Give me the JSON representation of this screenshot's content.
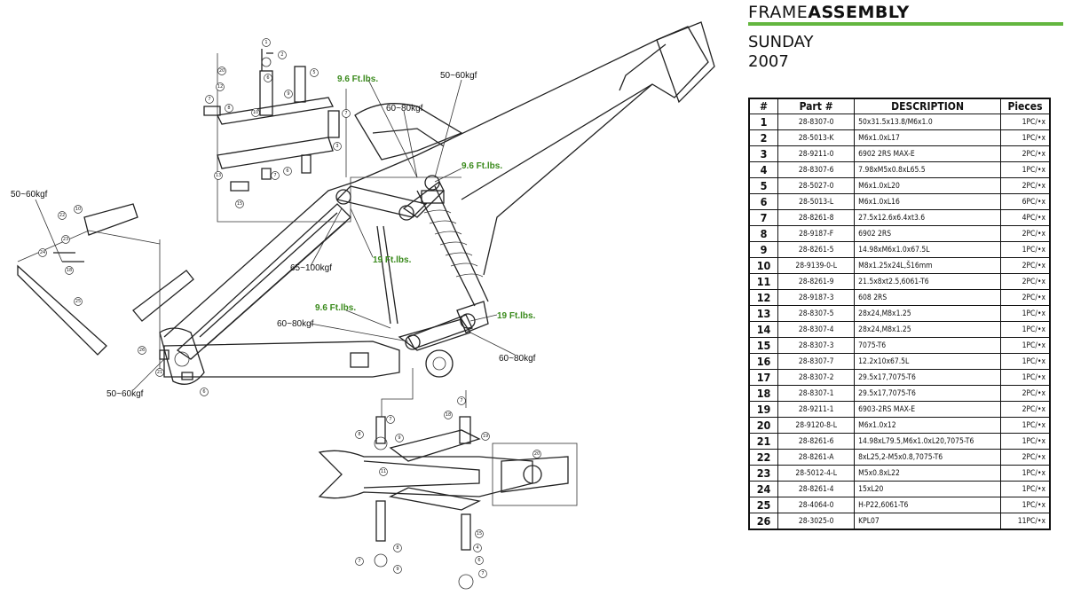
{
  "header": {
    "title_light": "FRAME",
    "title_bold": "ASSEMBLY",
    "model": "SUNDAY",
    "year": "2007",
    "accent_color": "#63b63f"
  },
  "torque_labels": [
    {
      "id": "t1",
      "text": "9.6 Ft.lbs.",
      "green": true
    },
    {
      "id": "t2",
      "text": "50~60kgf",
      "green": false
    },
    {
      "id": "t3",
      "text": "60~80kgf",
      "green": false
    },
    {
      "id": "t4",
      "text": "9.6 Ft.lbs.",
      "green": true
    },
    {
      "id": "t5",
      "text": "50~60kgf",
      "green": false
    },
    {
      "id": "t6",
      "text": "65~100kgf",
      "green": false
    },
    {
      "id": "t7",
      "text": "19 Ft.lbs.",
      "green": true
    },
    {
      "id": "t8",
      "text": "9.6 Ft.lbs.",
      "green": true
    },
    {
      "id": "t9",
      "text": "60~80kgf",
      "green": false
    },
    {
      "id": "t10",
      "text": "19 Ft.lbs.",
      "green": true
    },
    {
      "id": "t11",
      "text": "60~80kgf",
      "green": false
    },
    {
      "id": "t12",
      "text": "50~60kgf",
      "green": false
    }
  ],
  "table": {
    "headers": {
      "no": "#",
      "part": "Part #",
      "desc": "DESCRIPTION",
      "pcs": "Pieces"
    },
    "rows": [
      {
        "no": "1",
        "part": "28-8307-0",
        "desc": "50x31.5x13.8/M6x1.0",
        "pcs": "1PC/•x"
      },
      {
        "no": "2",
        "part": "28-5013-K",
        "desc": "M6x1.0xL17",
        "pcs": "1PC/•x"
      },
      {
        "no": "3",
        "part": "28-9211-0",
        "desc": "6902 2RS MAX-E",
        "pcs": "2PC/•x"
      },
      {
        "no": "4",
        "part": "28-8307-6",
        "desc": "7.98xM5x0.8xL65.5",
        "pcs": "1PC/•x"
      },
      {
        "no": "5",
        "part": "28-5027-0",
        "desc": "M6x1.0xL20",
        "pcs": "2PC/•x"
      },
      {
        "no": "6",
        "part": "28-5013-L",
        "desc": "M6x1.0xL16",
        "pcs": "6PC/•x"
      },
      {
        "no": "7",
        "part": "28-8261-8",
        "desc": "27.5x12.6x6.4xt3.6",
        "pcs": "4PC/•x"
      },
      {
        "no": "8",
        "part": "28-9187-F",
        "desc": "6902 2RS",
        "pcs": "2PC/•x"
      },
      {
        "no": "9",
        "part": "28-8261-5",
        "desc": "14.98xM6x1.0x67.5L",
        "pcs": "1PC/•x"
      },
      {
        "no": "10",
        "part": "28-9139-0-L",
        "desc": "M8x1.25x24L,Š16mm",
        "pcs": "2PC/•x"
      },
      {
        "no": "11",
        "part": "28-8261-9",
        "desc": "21.5x8xt2.5,6061-T6",
        "pcs": "2PC/•x"
      },
      {
        "no": "12",
        "part": "28-9187-3",
        "desc": "608 2RS",
        "pcs": "2PC/•x"
      },
      {
        "no": "13",
        "part": "28-8307-5",
        "desc": "28x24,M8x1.25",
        "pcs": "1PC/•x"
      },
      {
        "no": "14",
        "part": "28-8307-4",
        "desc": "28x24,M8x1.25",
        "pcs": "1PC/•x"
      },
      {
        "no": "15",
        "part": "28-8307-3",
        "desc": "7075-T6",
        "pcs": "1PC/•x"
      },
      {
        "no": "16",
        "part": "28-8307-7",
        "desc": "12.2x10x67.5L",
        "pcs": "1PC/•x"
      },
      {
        "no": "17",
        "part": "28-8307-2",
        "desc": "29.5x17,7075-T6",
        "pcs": "1PC/•x"
      },
      {
        "no": "18",
        "part": "28-8307-1",
        "desc": "29.5x17,7075-T6",
        "pcs": "2PC/•x"
      },
      {
        "no": "19",
        "part": "28-9211-1",
        "desc": "6903-2RS MAX-E",
        "pcs": "2PC/•x"
      },
      {
        "no": "20",
        "part": "28-9120-8-L",
        "desc": "M6x1.0x12",
        "pcs": "1PC/•x"
      },
      {
        "no": "21",
        "part": "28-8261-6",
        "desc": "14.98xL79.5,M6x1.0xL20,7075-T6",
        "pcs": "1PC/•x"
      },
      {
        "no": "22",
        "part": "28-8261-A",
        "desc": "8xL25,2-M5x0.8,7075-T6",
        "pcs": "2PC/•x"
      },
      {
        "no": "23",
        "part": "28-5012-4-L",
        "desc": "M5x0.8xL22",
        "pcs": "1PC/•x"
      },
      {
        "no": "24",
        "part": "28-8261-4",
        "desc": "15xL20",
        "pcs": "1PC/•x"
      },
      {
        "no": "25",
        "part": "28-4064-0",
        "desc": "H-P22,6061-T6",
        "pcs": "1PC/•x"
      },
      {
        "no": "26",
        "part": "28-3025-0",
        "desc": "KPL07",
        "pcs": "11PC/•x"
      }
    ]
  }
}
